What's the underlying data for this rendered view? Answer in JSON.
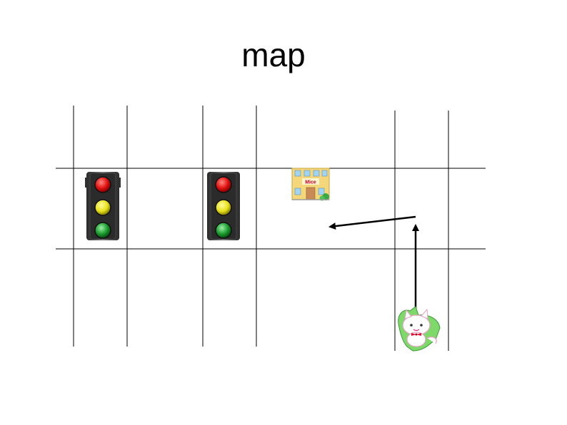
{
  "slide": {
    "title": "map"
  },
  "building": {
    "sign": "Mice",
    "wall_color": "#f3d77a",
    "sign_color": "#c0002a"
  },
  "traffic_lights": [
    {
      "name": "traffic-light-left",
      "lamps": [
        "red",
        "yellow",
        "green"
      ]
    },
    {
      "name": "traffic-light-middle",
      "lamps": [
        "red",
        "yellow",
        "green"
      ]
    }
  ],
  "character": {
    "icon": "cat-icon"
  },
  "colors": {
    "red_lamp": "#e01010",
    "yellow_lamp": "#e8e21a",
    "green_lamp": "#1a9a2c",
    "road_line": "#000000"
  }
}
